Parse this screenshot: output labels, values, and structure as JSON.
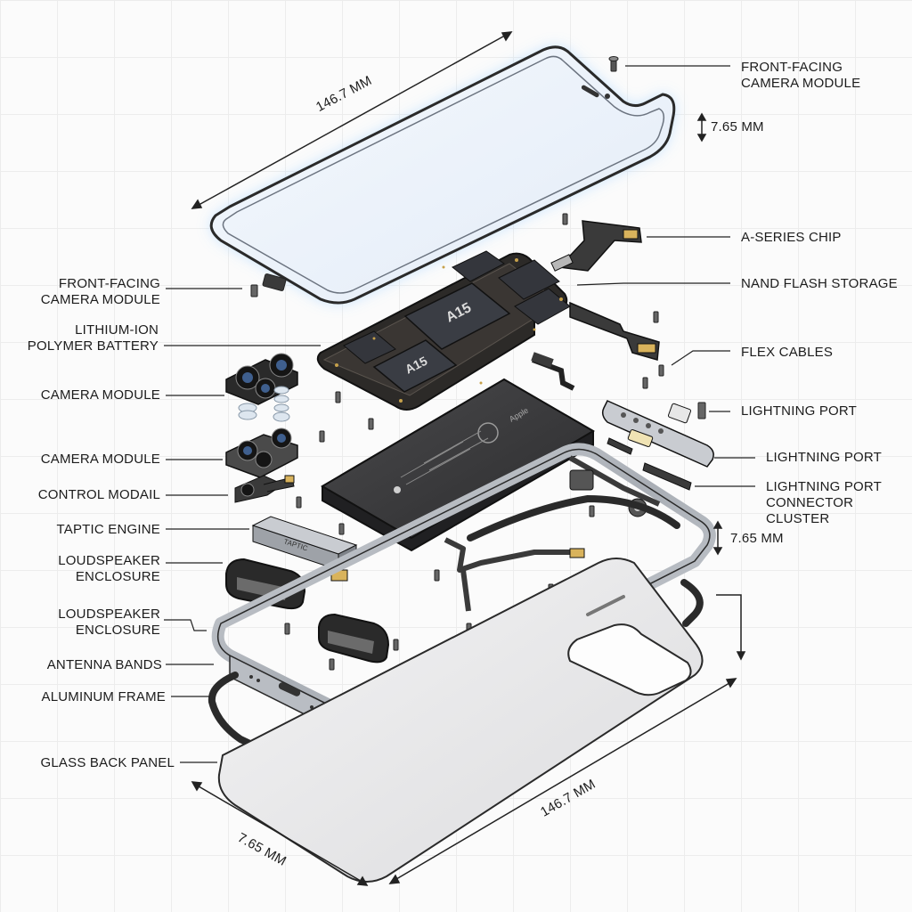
{
  "colors": {
    "outline": "#2a2a2a",
    "glass_glow": "#cfe6ff",
    "screen_fill": "#eef4fb",
    "pcb": "#2c2a28",
    "chip": "#3a3d44",
    "battery": "#3b3b3b",
    "frame": "#b8bcc2",
    "back_glass": "#e9e9ea",
    "leader": "#222222"
  },
  "labels": {
    "right": {
      "front_camera": "FRONT-FACING\nCAMERA MODULE",
      "thickness_top": "7.65 MM",
      "a_series_chip": "A-SERIES CHIP",
      "nand_flash": "NAND FLASH STORAGE",
      "flex_cables": "FLEX CABLES",
      "lightning_port_1": "LIGHTNING PORT",
      "lightning_port_2": "LIGHTNING PORT",
      "lightning_cluster": "LIGHTNING PORT\nCONNECTOR CLUSTER",
      "thickness_mid": "7.65 MM"
    },
    "left": {
      "front_camera": "FRONT-FACING\nCAMERA MODULE",
      "battery": "LITHIUM-ION\nPOLYMER BATTERY",
      "camera_module_1": "CAMERA MODULE",
      "camera_module_2": "CAMERA MODULE",
      "control_module": "CONTROL MODAIL",
      "taptic_engine": "TAPTIC ENGINE",
      "loudspeaker_1": "LOUDSPEAKER\nENCLOSURE",
      "loudspeaker_2": "LOUDSPEAKER\nENCLOSURE",
      "antenna_bands": "ANTENNA BANDS",
      "aluminum_frame": "ALUMINUM FRAME",
      "glass_back": "GLASS BACK PANEL"
    },
    "dimensions": {
      "top_length": "146.7 MM",
      "bottom_length": "146.7 MM",
      "bottom_thickness": "7.65 MM"
    },
    "chip_marks": {
      "chip_a": "A15",
      "chip_b": "A15",
      "taptic_brand": "TAPTIC",
      "battery_brand": "Apple"
    }
  }
}
